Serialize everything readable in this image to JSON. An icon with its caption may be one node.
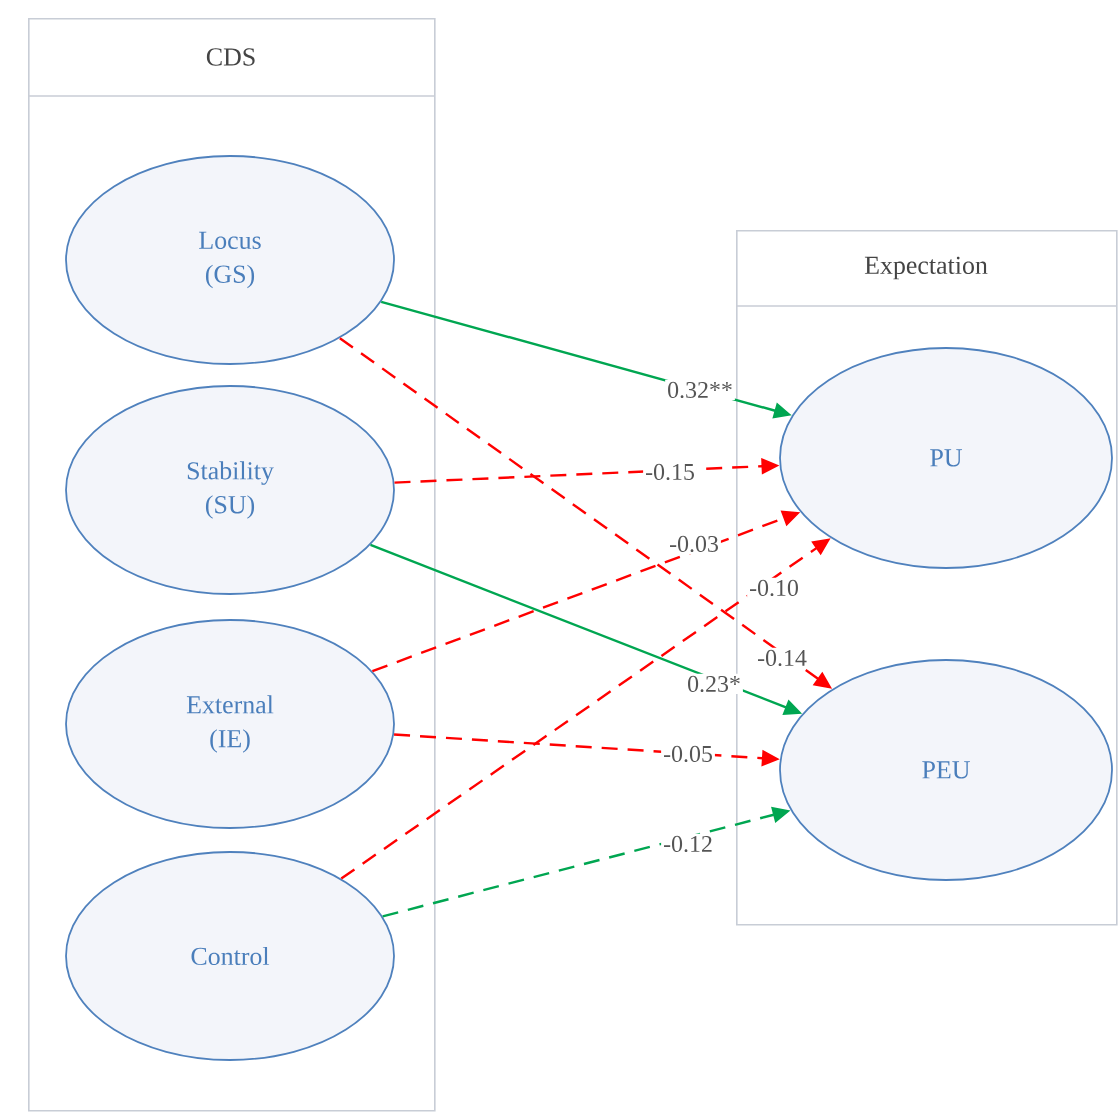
{
  "diagram": {
    "nodes": [
      {
        "text": [
          "CDS"
        ]
      },
      {
        "text": [
          "Locus (GS)"
        ],
        "in": 0
      },
      {
        "text": [
          "Stability (SU)"
        ],
        "in": 0
      },
      {
        "text": [
          "External (IE)"
        ],
        "in": 0
      },
      {
        "text": [
          "Control"
        ],
        "in": 0
      },
      {
        "text": [
          "Expectation"
        ]
      },
      {
        "text": [
          "PU"
        ],
        "in": 5
      },
      {
        "text": [
          "PEU"
        ],
        "in": 5
      }
    ],
    "edges": [
      {
        "from": 1,
        "to": 6,
        "arrow": "to",
        "label": "0.32**",
        "color": "#00a651"
      },
      {
        "from": 1,
        "to": 7,
        "arrow": "to",
        "label": "-0.14",
        "style": "dashed"
      },
      {
        "from": 2,
        "to": 6,
        "arrow": "to",
        "label": "-0.15",
        "style": "dashed"
      },
      {
        "from": 2,
        "to": 7,
        "arrow": "to",
        "label": "0.23*",
        "color": "#00a651"
      },
      {
        "from": 3,
        "to": 6,
        "arrow": "to",
        "label": "-0.03",
        "style": "dashed"
      },
      {
        "from": 3,
        "to": 7,
        "arrow": "to",
        "label": "-0.05",
        "style": "dashed"
      },
      {
        "from": 4,
        "to": 6,
        "arrow": "to",
        "label": "-0.10",
        "style": "dashed"
      },
      {
        "from": 4,
        "to": 7,
        "arrow": "to",
        "label": "-0.12",
        "style": "dashed",
        "color": "#00a651"
      }
    ]
  }
}
